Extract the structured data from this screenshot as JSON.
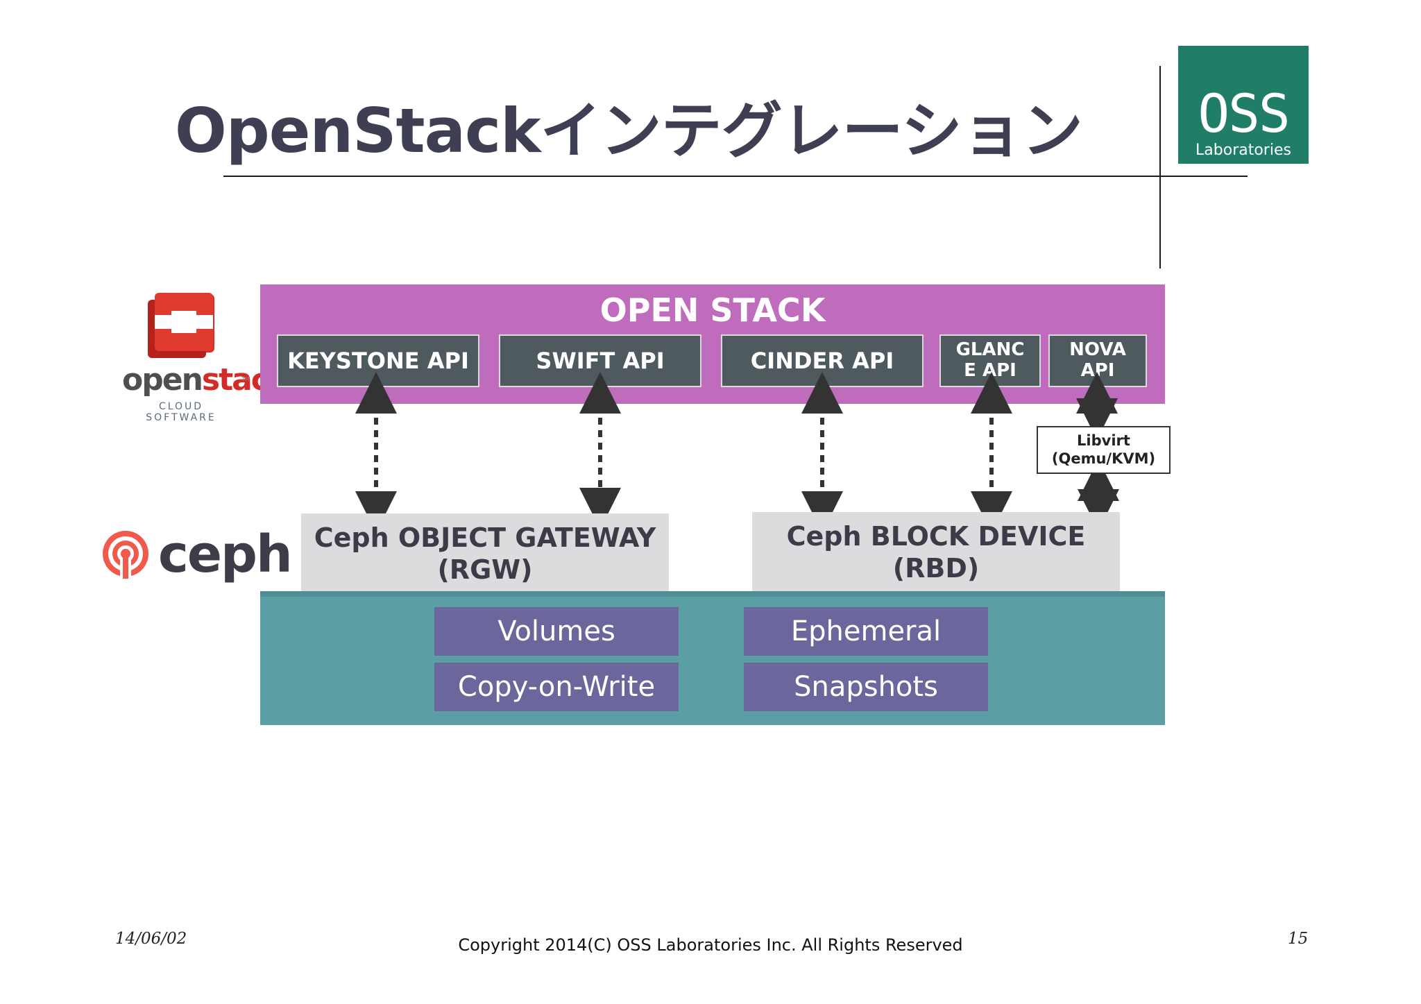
{
  "title": "OpenStackインテグレーション",
  "oss_logo": {
    "big": "OSS",
    "small": "Laboratories",
    "color": "#1f7d68"
  },
  "openstack_logo": {
    "word_a": "open",
    "word_b": "stack",
    "tm": "TM",
    "sub": "CLOUD SOFTWARE"
  },
  "ceph_logo": {
    "word": "ceph"
  },
  "openstack": {
    "title": "OPEN STACK",
    "apis": [
      "KEYSTONE API",
      "SWIFT API",
      "CINDER API",
      "GLANC\nE API",
      "NOVA\nAPI"
    ],
    "color": "#c06cbd"
  },
  "libvirt": {
    "line1": "Libvirt",
    "line2": "(Qemu/KVM)"
  },
  "ceph": {
    "rgw": {
      "line1": "Ceph OBJECT GATEWAY",
      "line2": "(RGW)"
    },
    "rbd": {
      "line1": "Ceph BLOCK DEVICE",
      "line2": "(RBD)"
    }
  },
  "features": [
    "Volumes",
    "Copy-on-Write",
    "Ephemeral",
    "Snapshots"
  ],
  "footer": {
    "date": "14/06/02",
    "copyright": "Copyright 2014(C) OSS Laboratories Inc. All Rights Reserved",
    "page": "15"
  }
}
